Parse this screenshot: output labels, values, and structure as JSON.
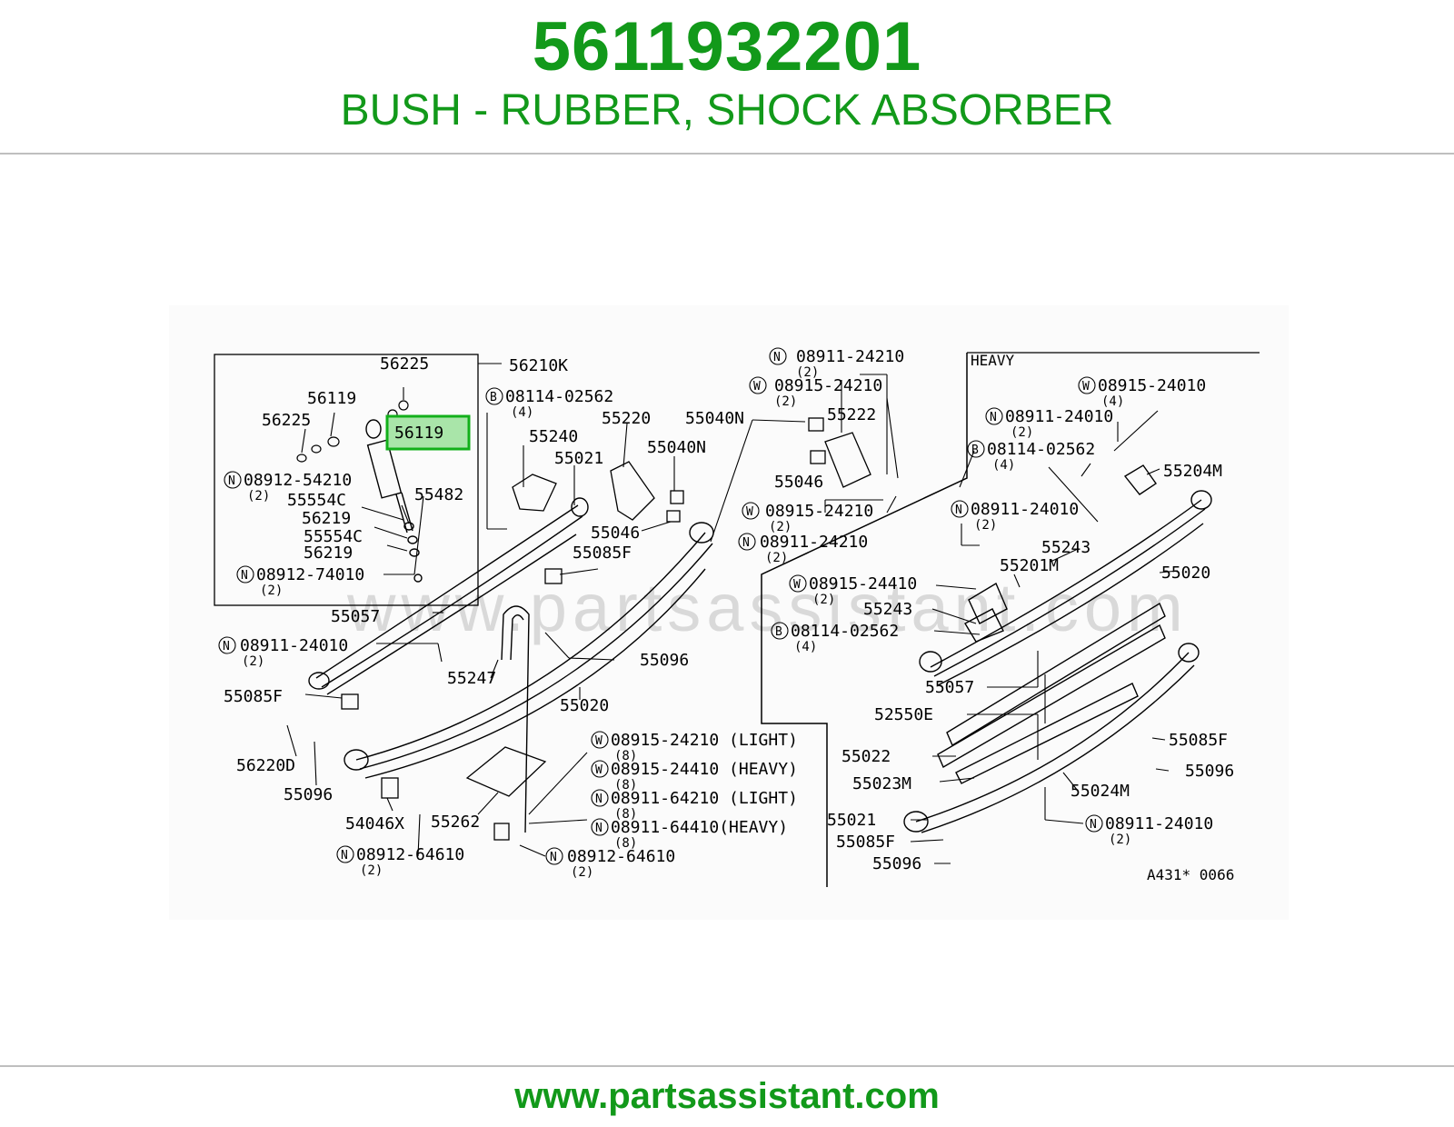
{
  "header": {
    "part_number": "5611932201",
    "description": "BUSH - RUBBER, SHOCK ABSORBER"
  },
  "diagram": {
    "watermark": "www.partsassistant.com",
    "heavy_label": "HEAVY",
    "figure_code": "A431* 0066",
    "highlighted_part": "56119",
    "labels": {
      "l56225a": "56225",
      "l56210k": "56210K",
      "l56119": "56119",
      "l56225b": "56225",
      "l08912_54210": "08912-54210",
      "q2_a": "(2)",
      "l55554c_a": "55554C",
      "l55482": "55482",
      "l56219_a": "56219",
      "l55554c_b": "55554C",
      "l56219_b": "56219",
      "l08912_74010": "08912-74010",
      "q2_b": "(2)",
      "l08114_02562_a": "08114-02562",
      "q4_a": "(4)",
      "l55240": "55240",
      "l55220": "55220",
      "l55021_a": "55021",
      "l55040n_a": "55040N",
      "l55040n_b": "55040N",
      "l08911_24210_a": "08911-24210",
      "q2_c": "(2)",
      "l08915_24210_a": "08915-24210",
      "q2_d": "(2)",
      "l55222": "55222",
      "l55046_a": "55046",
      "l55046_b": "55046",
      "l08915_24210_b": "08915-24210",
      "q2_e": "(2)",
      "l08911_24210_b": "08911-24210",
      "q2_f": "(2)",
      "l55085f_a": "55085F",
      "l55057_a": "55057",
      "l08911_24010_a": "08911-24010",
      "q2_g": "(2)",
      "l55096_a": "55096",
      "l55247": "55247",
      "l55020_a": "55020",
      "l55085f_b": "55085F",
      "l56220d": "56220D",
      "l55096_b": "55096",
      "l54046x": "54046X",
      "l55262": "55262",
      "l08912_64610_a": "08912-64610",
      "q2_h": "(2)",
      "l08912_64610_b": "08912-64610",
      "q2_i": "(2)",
      "l08915_24210_c": "08915-24210 (LIGHT)",
      "q8_a": "(8)",
      "l08915_24410_a": "08915-24410 (HEAVY)",
      "q8_b": "(8)",
      "l08911_64210": "08911-64210 (LIGHT)",
      "q8_c": "(8)",
      "l08911_64410": "08911-64410(HEAVY)",
      "q8_d": "(8)",
      "l08915_24010": "08915-24010",
      "q4_b": "(4)",
      "l08911_24010_b": "08911-24010",
      "q2_j": "(2)",
      "l08114_02562_b": "08114-02562",
      "q4_c": "(4)",
      "l55204m": "55204M",
      "l08911_24010_c": "08911-24010",
      "q2_k": "(2)",
      "l55243_a": "55243",
      "l55201m": "55201M",
      "l55020_b": "55020",
      "l08915_24410_b": "08915-24410",
      "q2_l": "(2)",
      "l55243_b": "55243",
      "l08114_02562_c": "08114-02562",
      "q4_d": "(4)",
      "l55057_b": "55057",
      "l52550e": "52550E",
      "l55022": "55022",
      "l55023m": "55023M",
      "l55024m": "55024M",
      "l55085f_c": "55085F",
      "l55096_c": "55096",
      "l55021_b": "55021",
      "l55085f_d": "55085F",
      "l55096_d": "55096",
      "l08911_24010_d": "08911-24010",
      "q2_m": "(2)"
    },
    "markers": {
      "N": "N",
      "W": "W",
      "B": "B"
    }
  },
  "footer": {
    "url": "www.partsassistant.com"
  },
  "colors": {
    "brand_green": "#12991a",
    "highlight_fill": "#a9e5a9",
    "highlight_border": "#12b01a"
  }
}
